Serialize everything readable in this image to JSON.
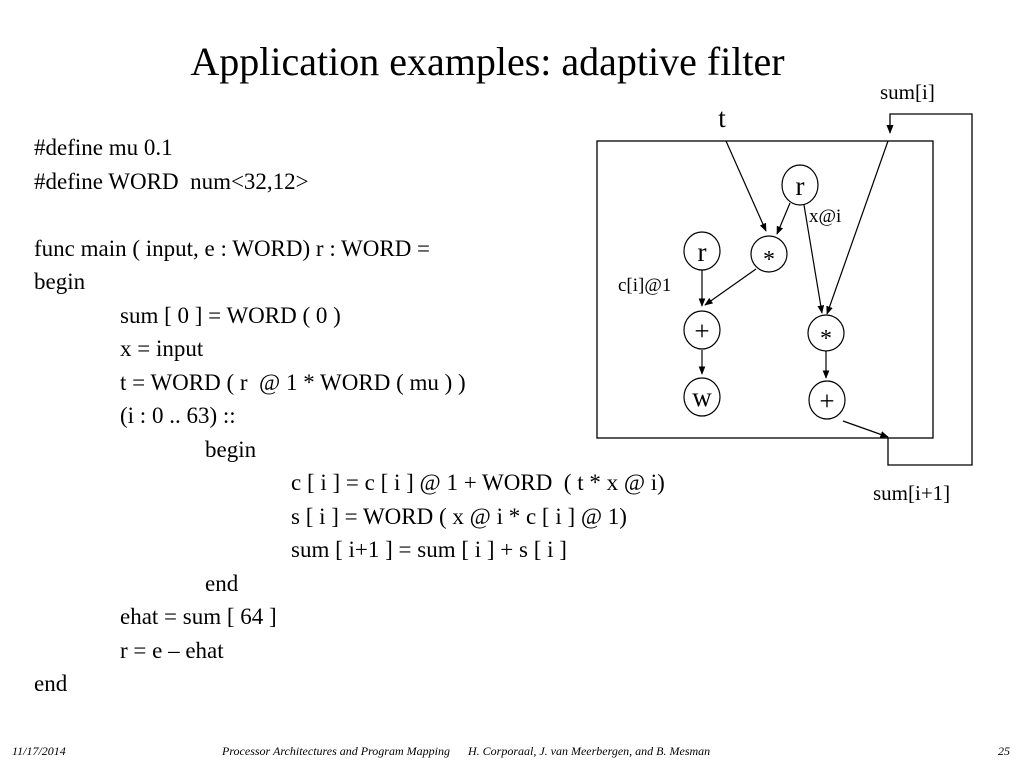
{
  "slide": {
    "title": "Application examples: adaptive filter",
    "code_lines": [
      {
        "text": "#define mu 0.1",
        "indent": 0
      },
      {
        "text": "#define WORD  num<32,12>",
        "indent": 0
      },
      {
        "text": "",
        "indent": 0
      },
      {
        "text": "func main ( input, e : WORD) r : WORD =",
        "indent": 0
      },
      {
        "text": "begin",
        "indent": 0
      },
      {
        "text": "sum [ 0 ] = WORD ( 0 )",
        "indent": 1
      },
      {
        "text": "x = input",
        "indent": 1
      },
      {
        "text": "t = WORD ( r  @ 1 * WORD ( mu ) )",
        "indent": 1
      },
      {
        "text": "(i : 0 .. 63) ::",
        "indent": 1
      },
      {
        "text": "begin",
        "indent": 2
      },
      {
        "text": "c [ i ] = c [ i ] @ 1 + WORD  ( t * x @ i)",
        "indent": 3
      },
      {
        "text": "s [ i ] = WORD ( x @ i * c [ i ] @ 1)",
        "indent": 3
      },
      {
        "text": "sum [ i+1 ] = sum [ i ] + s [ i ]",
        "indent": 3
      },
      {
        "text": "end",
        "indent": 2
      },
      {
        "text": "ehat = sum [ 64 ]",
        "indent": 1
      },
      {
        "text": "r = e – ehat",
        "indent": 1
      },
      {
        "text": "end",
        "indent": 0
      }
    ]
  },
  "diagram": {
    "input_t": "t",
    "label_sum_in": "sum[i]",
    "label_sum_out": "sum[i+1]",
    "label_x": "x@i",
    "label_c": "c[i]@1",
    "node_r_top": "r",
    "node_r_left": "r",
    "node_mult_left": "*",
    "node_add_left": "+",
    "node_w": "w",
    "node_mult_right": "*",
    "node_add_right": "+"
  },
  "footer": {
    "date": "11/17/2014",
    "course": "Processor Architectures and Program Mapping",
    "authors": "H. Corporaal,  J. van Meerbergen, and B. Mesman",
    "page": "25"
  }
}
